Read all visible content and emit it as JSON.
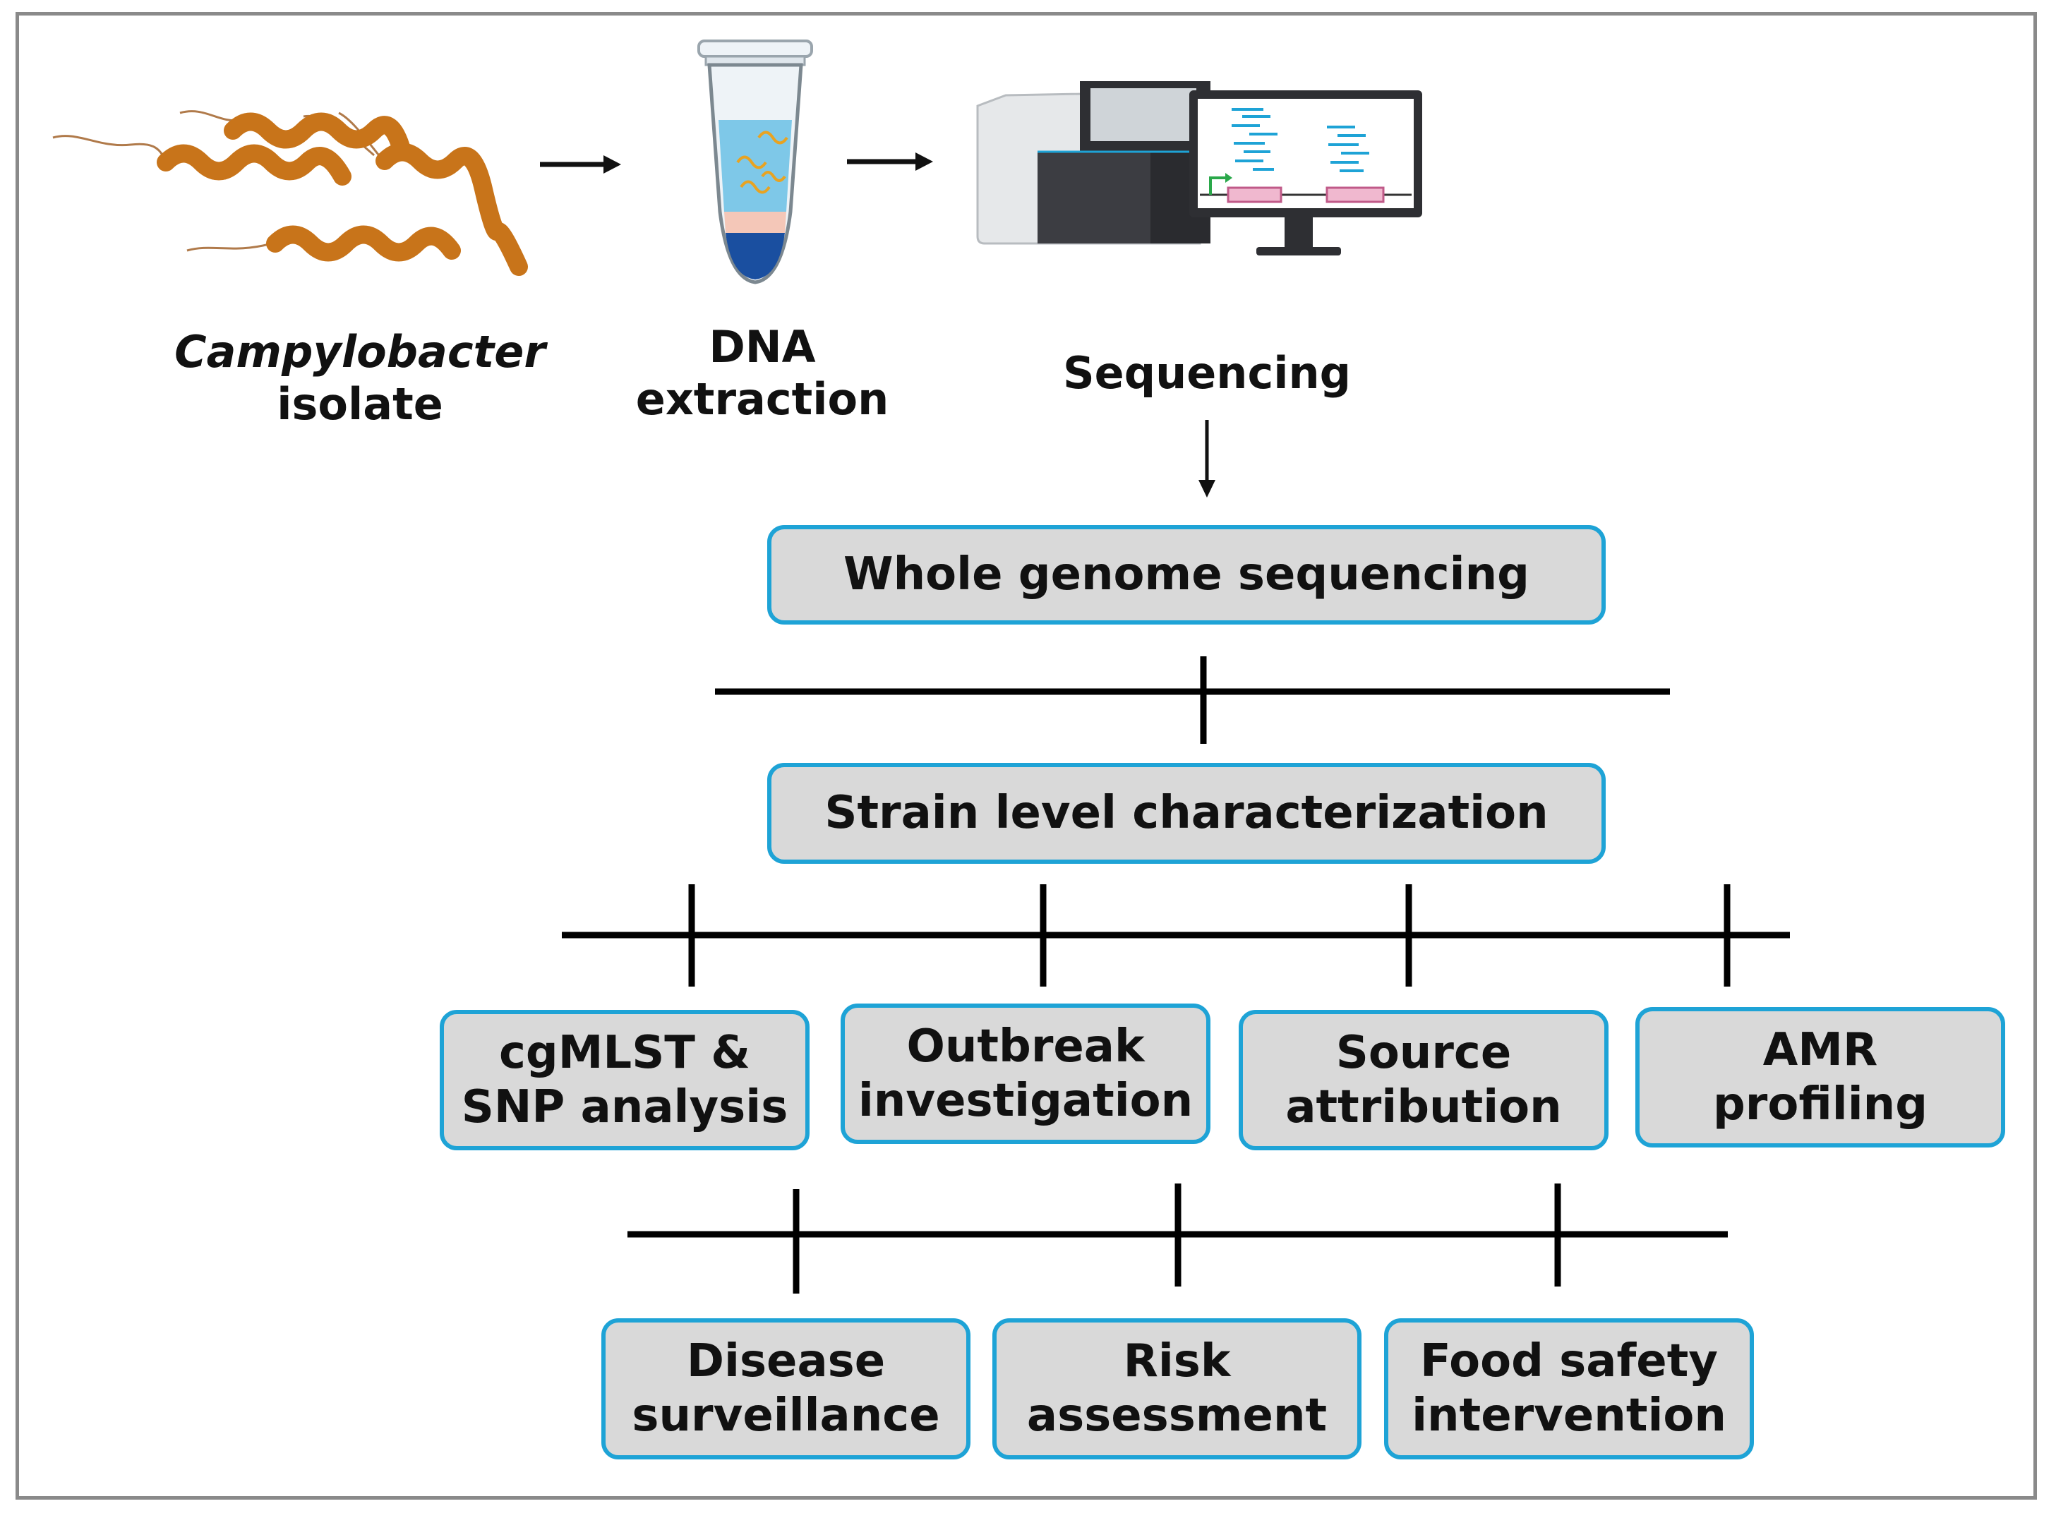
{
  "steps": {
    "isolate": {
      "line1": "Campylobacter",
      "line2": "isolate"
    },
    "dna": {
      "line1": "DNA",
      "line2": "extraction"
    },
    "sequencing": {
      "label": "Sequencing"
    }
  },
  "level1": {
    "label": "Whole genome sequencing"
  },
  "level2": {
    "label": "Strain level characterization"
  },
  "level3": [
    {
      "label": "cgMLST &\nSNP analysis"
    },
    {
      "label": "Outbreak\ninvestigation"
    },
    {
      "label": "Source\nattribution"
    },
    {
      "label": "AMR\nprofiling"
    }
  ],
  "level4": [
    {
      "label": "Disease\nsurveillance"
    },
    {
      "label": "Risk\nassessment"
    },
    {
      "label": "Food safety\nintervention"
    }
  ],
  "colors": {
    "box_fill": "#d9d9d9",
    "box_border": "#1ea3d6",
    "bacteria": "#c8741a",
    "tube_liquid": "#7ec8e8",
    "pellet": "#1a4fa0"
  }
}
